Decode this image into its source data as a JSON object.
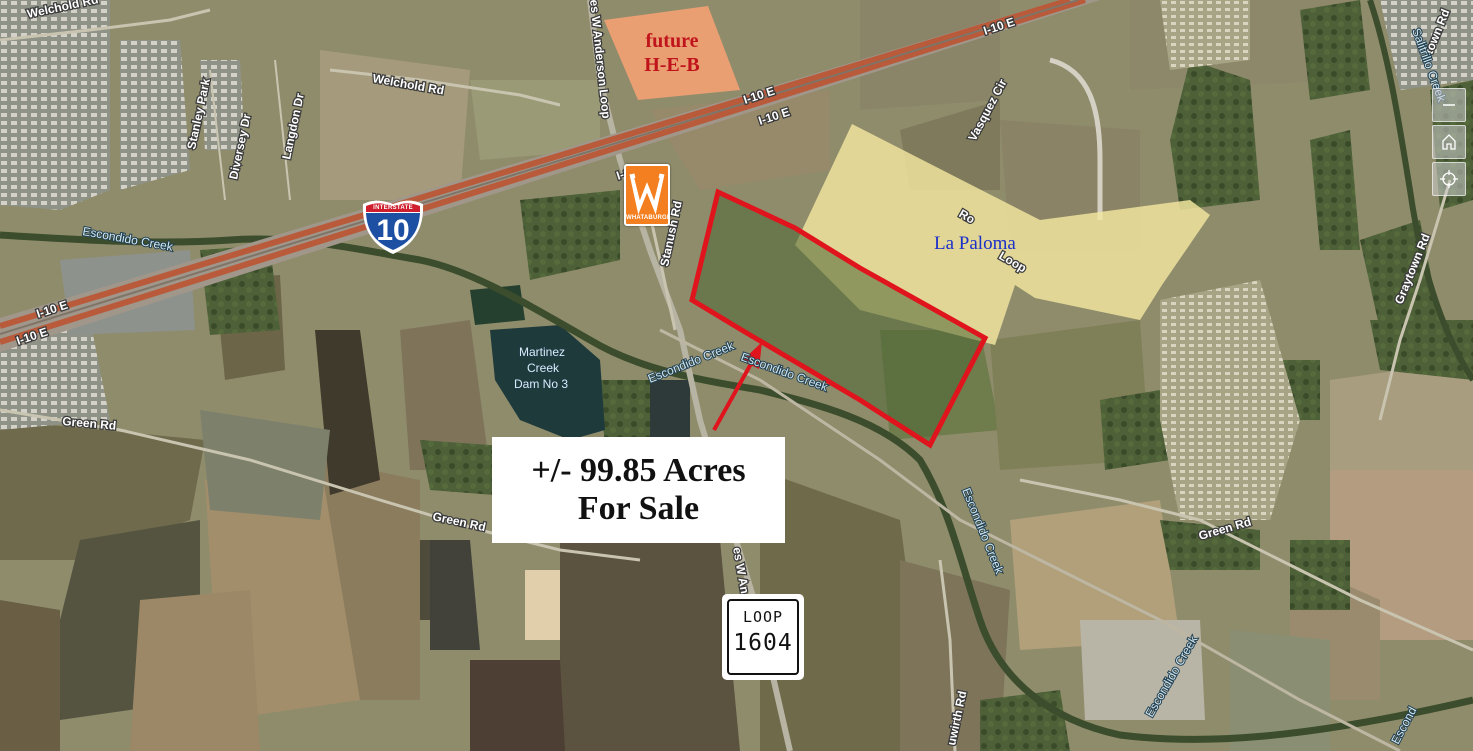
{
  "annotations": {
    "heb_line1": "future",
    "heb_line2": "H-E-B",
    "la_paloma": "La Paloma",
    "sale_line1": "+/- 99.85 Acres",
    "sale_line2": "For Sale"
  },
  "shields": {
    "interstate_top": "INTERSTATE",
    "interstate_number": "10",
    "loop_word": "LOOP",
    "loop_number": "1604",
    "whataburger": "WHATABURGER"
  },
  "road_labels": {
    "welchold_top": "Welchold Rd",
    "welchold_mid": "Welchold Rd",
    "i10e_top": "I-10 E",
    "i10e_a": "I-10 E",
    "i10e_b": "I-10 E",
    "i10_partial": "I-1",
    "i10e_left": "I-10 E",
    "i10e_left2": "I-10 E",
    "stanley_park": "Stanley Park",
    "diversey": "Diversey Dr",
    "langdon": "Langdon Dr",
    "anderson_top": "es W Anderson Loop",
    "anderson_bottom": "es W An",
    "stanush": "Stanush Rd",
    "vasquez": "Vasquez Cir",
    "roadrunner_a": "Ro",
    "roadrunner_b": "Loop",
    "green_left": "Green Rd",
    "green_mid": "Green Rd",
    "green_right": "Green Rd",
    "graytown": "Graytown Rd",
    "wirth": "uwirth Rd",
    "town_top": "town Rd"
  },
  "water_labels": {
    "escondido_left": "Escondido Creek",
    "escondido_a": "Escondido Creek",
    "escondido_b": "Escondido Creek",
    "escondido_south": "Escondido Creek",
    "escondido_se": "Escondido Creek",
    "escondido_corner": "Escond",
    "salitrillo": "Salitrillo Creek",
    "dam_line1": "Martinez",
    "dam_line2": "Creek",
    "dam_line3": "Dam No 3"
  },
  "colors": {
    "parcel_outline": "#e0141c",
    "heb_fill": "#f2a173",
    "heb_text": "#c0141c",
    "la_paloma_fill": "#f3e6a0",
    "la_paloma_text": "#1b2fc9",
    "arrow": "#e0141c",
    "interstate_blue": "#1d4fa3",
    "interstate_red": "#cf1f2e",
    "whataburger_orange": "#f47f20"
  },
  "controls": {
    "zoom_out": "zoom-out",
    "home": "home",
    "locate": "locate"
  }
}
